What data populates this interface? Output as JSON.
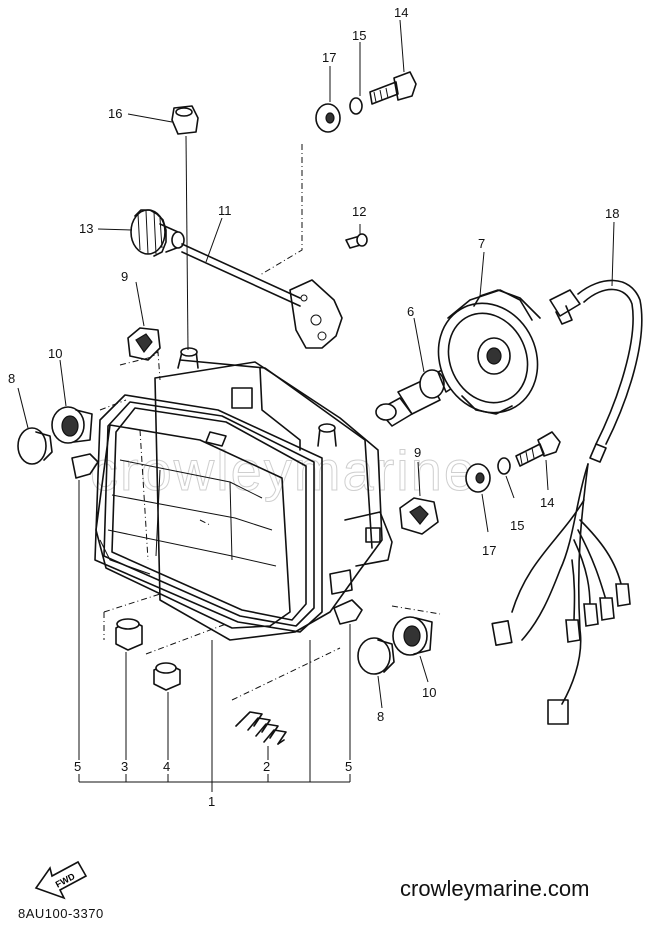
{
  "watermark": "crowleymarine",
  "footer": {
    "site_url": "crowleymarine.com",
    "diagram_code": "8AU100-3370"
  },
  "fwd_arrow_label": "FWD",
  "callouts": {
    "c1": "1",
    "c2": "2",
    "c3": "3",
    "c4": "4",
    "c5a": "5",
    "c5b": "5",
    "c6": "6",
    "c7": "7",
    "c8a": "8",
    "c8b": "8",
    "c9a": "9",
    "c9b": "9",
    "c10a": "10",
    "c10b": "10",
    "c11": "11",
    "c12": "12",
    "c13": "13",
    "c14a": "14",
    "c14b": "14",
    "c15a": "15",
    "c15b": "15",
    "c16": "16",
    "c17a": "17",
    "c17b": "17",
    "c18": "18"
  }
}
